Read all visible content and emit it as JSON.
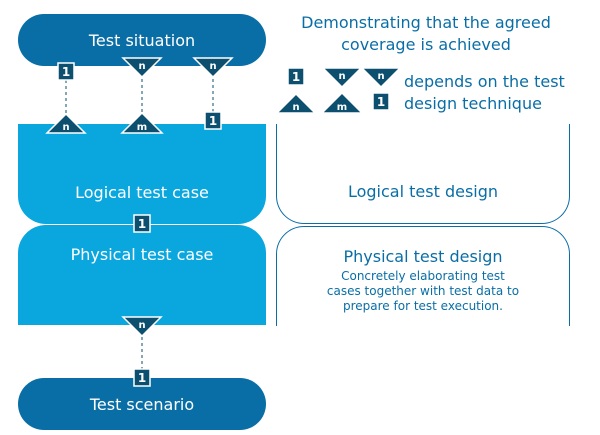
{
  "nodes": {
    "test_situation": "Test situation",
    "logical_test_case": "Logical test case",
    "physical_test_case": "Physical test case",
    "test_scenario": "Test scenario",
    "logical_test_design": "Logical test design",
    "physical_test_design_title": "Physical test design",
    "physical_test_design_desc": "Concretely elaborating test cases together with test data to prepare for test execution."
  },
  "coverage_note": "Demonstrating that the agreed coverage is achieved",
  "legend": {
    "text": "depends on the test design technique"
  },
  "symbols": {
    "one": "1",
    "n": "n",
    "m": "m"
  },
  "colors": {
    "dark_blue": "#0a6ea6",
    "light_blue": "#0aa7df",
    "symbol_fill": "#0d4f6e"
  }
}
